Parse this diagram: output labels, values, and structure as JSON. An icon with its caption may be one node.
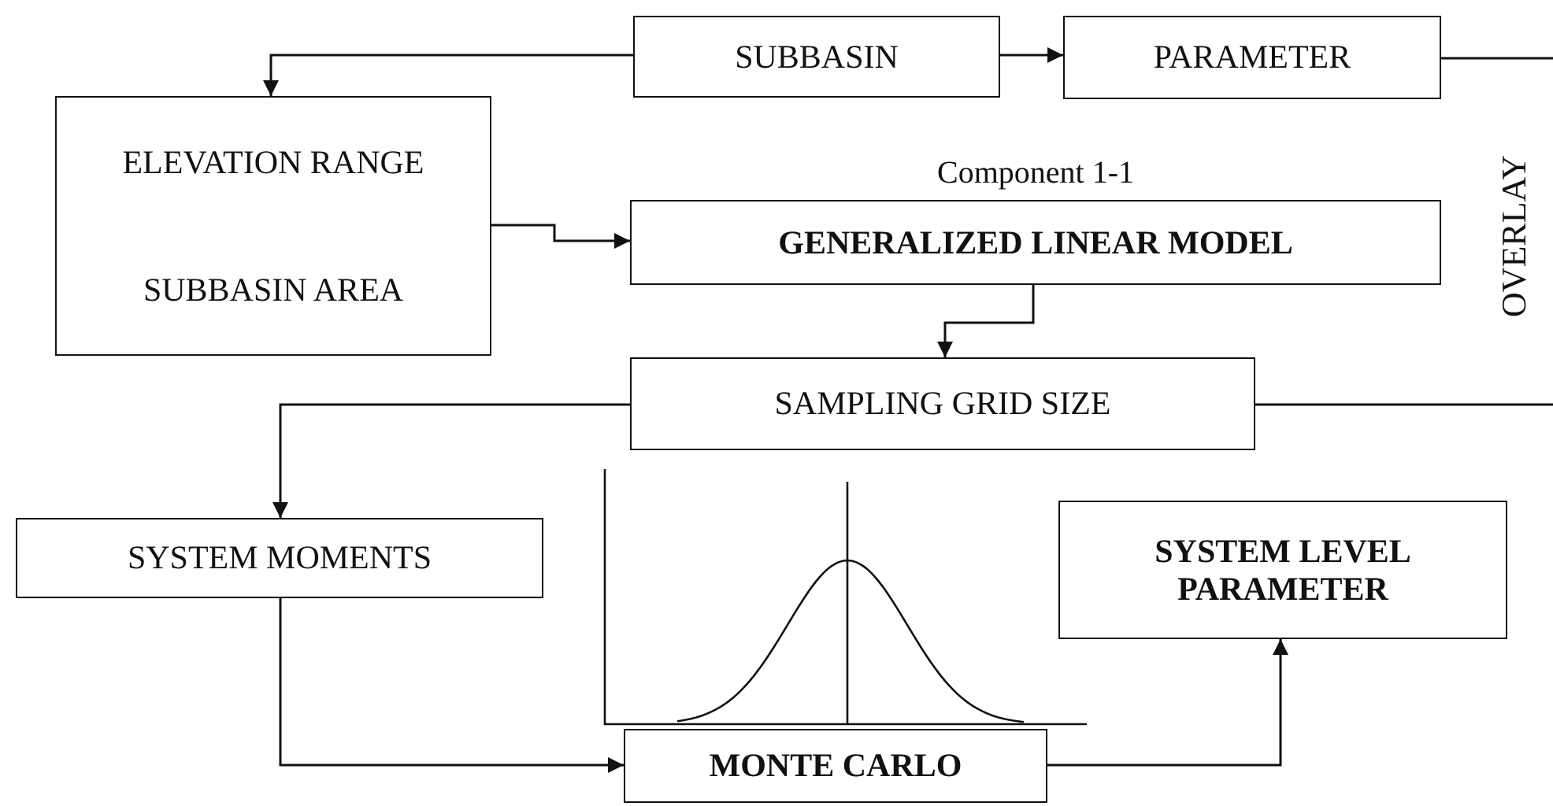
{
  "diagram": {
    "nodes": [
      {
        "text": [
          "SUBBASIN"
        ]
      },
      {
        "text": [
          "PARAMETER"
        ]
      },
      {
        "text": [
          "ELEVATION RANGE",
          "SUBBASIN AREA"
        ]
      },
      {
        "text": [
          "Component 1-1",
          "GENERALIZED LINEAR MODEL"
        ]
      },
      {
        "text": [
          "SAMPLING GRID SIZE"
        ]
      },
      {
        "text": [
          "SYSTEM MOMENTS"
        ]
      },
      {
        "text": [
          "SYSTEM LEVEL PARAMETER"
        ]
      },
      {
        "text": [
          "MONTE CARLO"
        ]
      }
    ],
    "edges": [
      {
        "from": 0,
        "to": 2,
        "arrow": "to"
      },
      {
        "from": 0,
        "to": 1,
        "arrow": "to"
      },
      {
        "from": 1,
        "to": null,
        "arrow": "none"
      },
      {
        "from": 2,
        "to": 3,
        "arrow": "to"
      },
      {
        "from": 3,
        "to": 4,
        "arrow": "to"
      },
      {
        "from": 4,
        "to": null,
        "arrow": "none"
      },
      {
        "from": 4,
        "to": 5,
        "arrow": "to"
      },
      {
        "from": 5,
        "to": 7,
        "arrow": "to"
      },
      {
        "from": 7,
        "to": 6,
        "arrow": "to"
      }
    ],
    "labels": [
      "OVERLAY"
    ]
  }
}
